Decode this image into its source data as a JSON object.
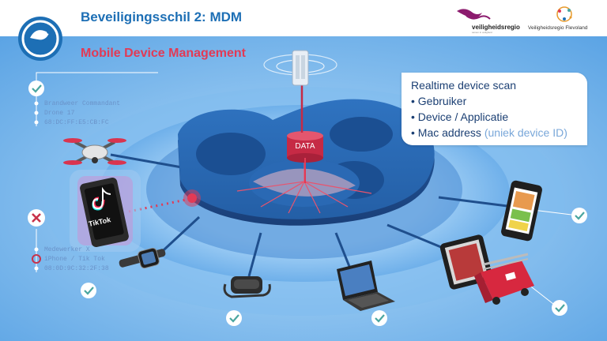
{
  "header": {
    "title": "Beveiligingsschil 2: MDM",
    "subtitle": "Mobile Device Management"
  },
  "logos": {
    "veiligheidsregio": "veiligheidsregio",
    "veiligheidsregio_tagline": "samen in veiligheid",
    "flevoland": "Veiligheidsregio Flevoland"
  },
  "info": {
    "heading": "Realtime device scan",
    "items": [
      "• Gebruiker",
      "• Device / Applicatie",
      "• Mac address"
    ],
    "mac_note": "(uniek device ID)"
  },
  "center": {
    "data_label": "DATA"
  },
  "device_one": {
    "lines": [
      "Brandweer Commandant",
      "Drone 17",
      "68:DC:FF:E5:CB:FC"
    ],
    "status": "ok"
  },
  "device_two": {
    "lines": [
      "Medewerker X",
      "iPhone / Tik Tok",
      "08:0D:9C:32:2F:38"
    ],
    "status": "blocked",
    "app_label": "TikTok"
  },
  "colors": {
    "brand_blue": "#1d6fb5",
    "accent_red": "#e23a55",
    "sky": "#8cc4f1",
    "check_green": "#4aa6a0",
    "block_red": "#c8324a"
  }
}
